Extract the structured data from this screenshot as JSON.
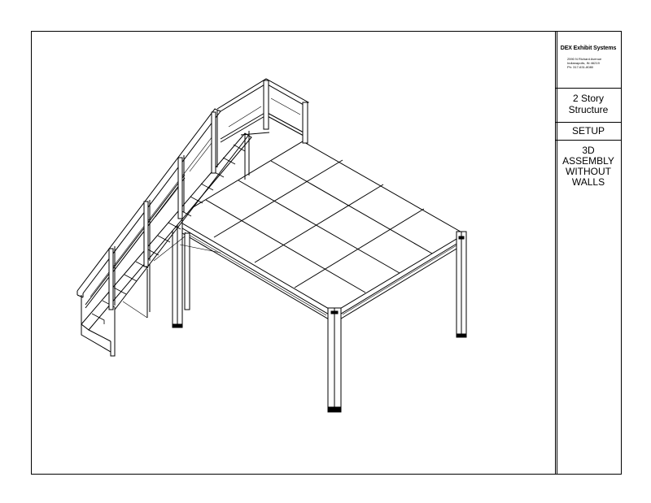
{
  "title_block": {
    "company": "DEX Exhibit Systems",
    "address_lines": [
      "2590 N Richard Avenue",
      "Indianapolis, IN 46219",
      "Ph: 317-631-8080"
    ],
    "title_lines": [
      "2 Story",
      "Structure"
    ],
    "section": "SETUP",
    "description_lines": [
      "3D",
      "ASSEMBLY",
      "WITHOUT",
      "WALLS"
    ]
  }
}
